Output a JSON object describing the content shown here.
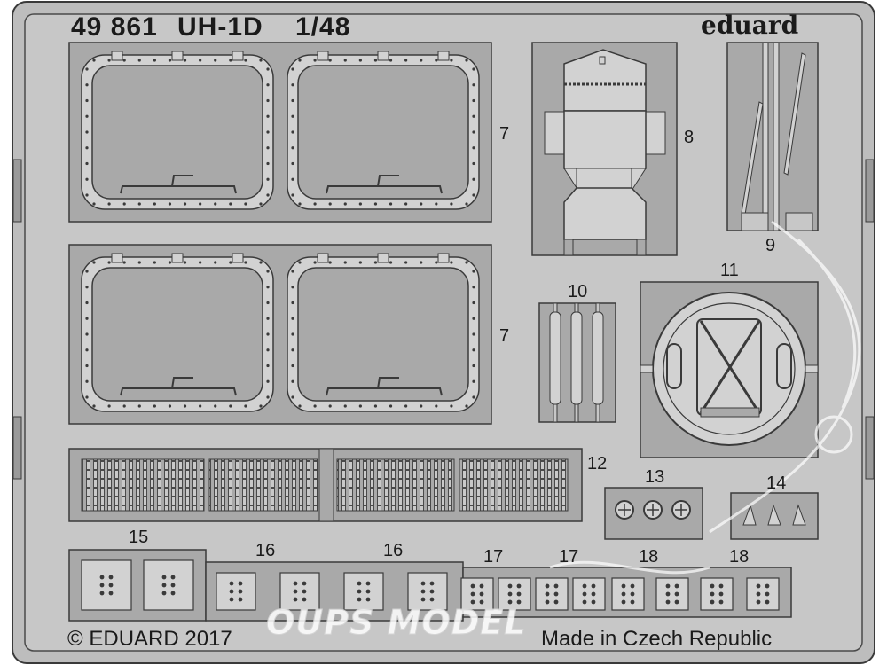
{
  "header": {
    "catalog": "49 861",
    "model": "UH-1D",
    "scale": "1/48",
    "brand": "eduard"
  },
  "part_labels": [
    {
      "id": "p7a",
      "text": "7"
    },
    {
      "id": "p7b",
      "text": "7"
    },
    {
      "id": "p8",
      "text": "8"
    },
    {
      "id": "p9",
      "text": "9"
    },
    {
      "id": "p10",
      "text": "10"
    },
    {
      "id": "p11",
      "text": "11"
    },
    {
      "id": "p12",
      "text": "12"
    },
    {
      "id": "p13",
      "text": "13"
    },
    {
      "id": "p14",
      "text": "14"
    },
    {
      "id": "p15",
      "text": "15"
    },
    {
      "id": "p16a",
      "text": "16"
    },
    {
      "id": "p16b",
      "text": "16"
    },
    {
      "id": "p17a",
      "text": "17"
    },
    {
      "id": "p17b",
      "text": "17"
    },
    {
      "id": "p18a",
      "text": "18"
    },
    {
      "id": "p18b",
      "text": "18"
    }
  ],
  "footer": {
    "copyright": "© EDUARD 2017",
    "origin": "Made in Czech Republic"
  },
  "watermark": {
    "text": "OUPS MODEL"
  },
  "colors": {
    "fret": "#c7c7c7",
    "frame_dark": "#8c8c8c",
    "part": "#a9a9a9",
    "part_light": "#d2d2d2",
    "outline": "#3a3a3a"
  }
}
